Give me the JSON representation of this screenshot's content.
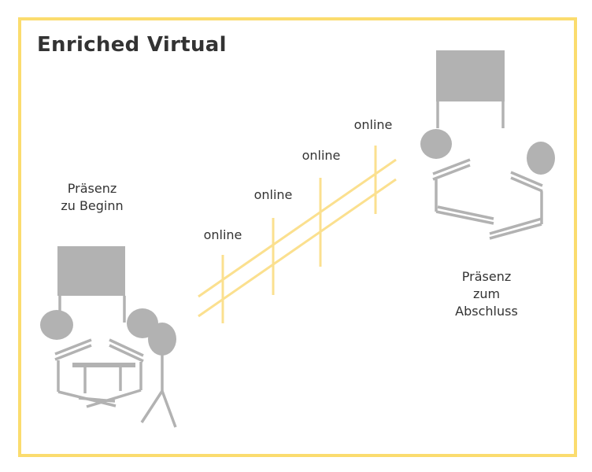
{
  "title": "Enriched Virtual",
  "colors": {
    "frame": "#FBDC6E",
    "figure": "#B2B2B2",
    "online_line": "#FBE08F",
    "text": "#333333"
  },
  "phases": {
    "start": {
      "line1": "Präsenz",
      "line2": "zu Beginn"
    },
    "online": [
      "online",
      "online",
      "online",
      "online"
    ],
    "end": {
      "line1": "Präsenz",
      "line2": "zum",
      "line3": "Abschluss"
    }
  },
  "icons": [
    "board-icon",
    "person-icon",
    "table-icon",
    "standing-person-icon"
  ]
}
